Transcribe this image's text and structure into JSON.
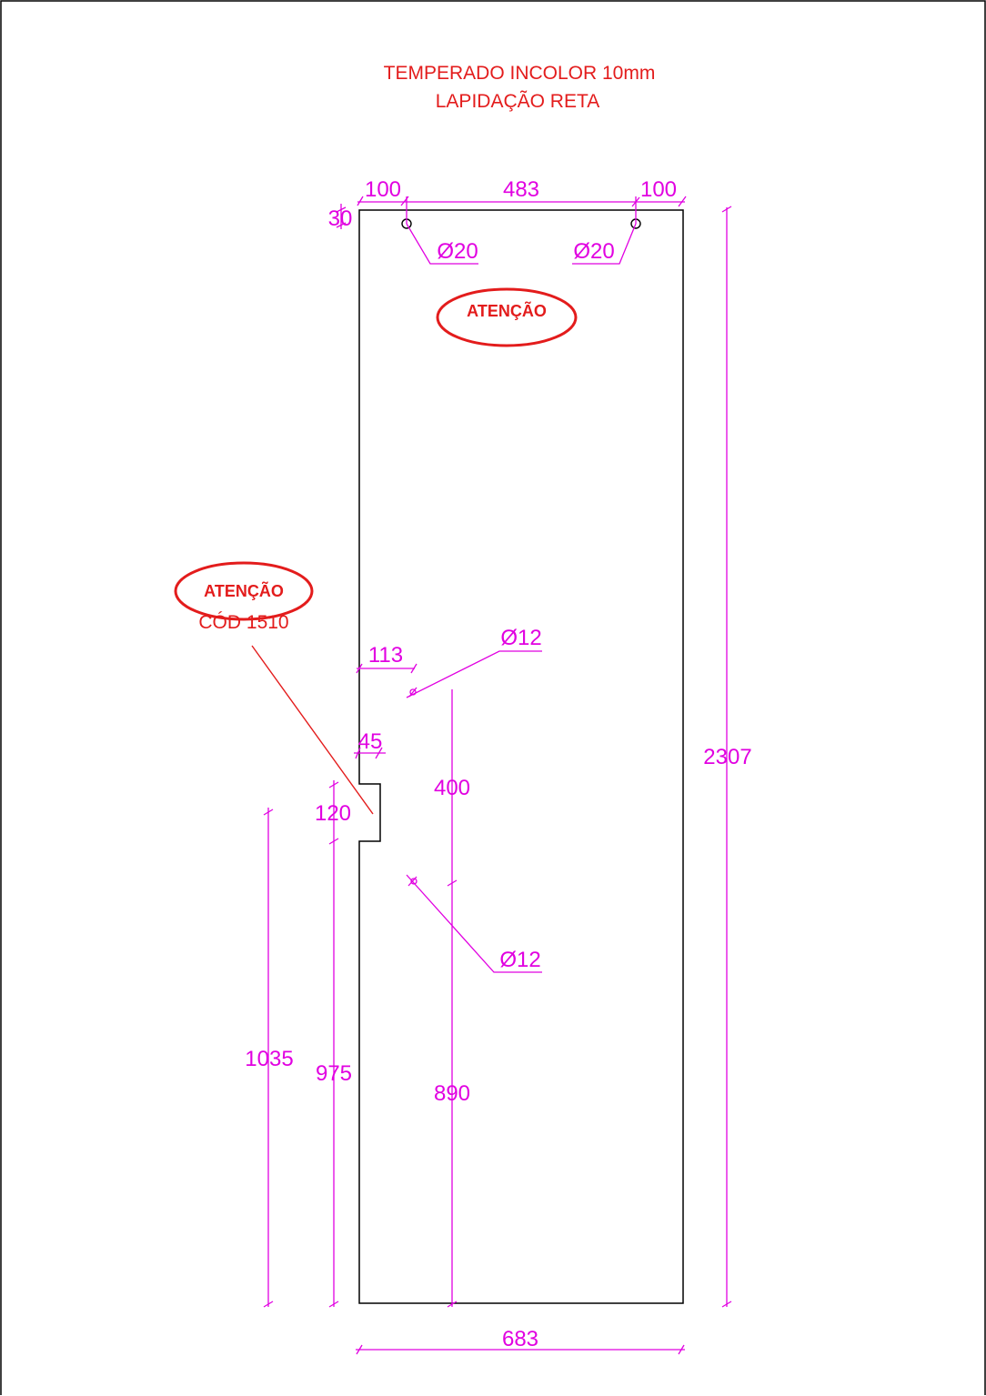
{
  "title": {
    "line1": "TEMPERADO INCOLOR 10mm",
    "line2": "LAPIDAÇÃO RETA"
  },
  "notes": {
    "attention_top": "ATENÇÃO",
    "attention_left": "ATENÇÃO",
    "code": "CÓD 1510"
  },
  "dimensions": {
    "top_left_offset": "100",
    "top_center": "483",
    "top_right_offset": "100",
    "hole_top_offset": "30",
    "hole_top_left_diameter": "Ø20",
    "hole_top_right_diameter": "Ø20",
    "hole_mid_upper_diameter": "Ø12",
    "hole_mid_offset_x": "113",
    "notch_depth": "45",
    "notch_height": "120",
    "hole_spacing": "400",
    "hole_mid_lower_diameter": "Ø12",
    "left_outer_height": "1035",
    "left_inner_height": "975",
    "hole_height": "890",
    "total_height": "2307",
    "total_width": "683"
  },
  "colors": {
    "dimension": "#e100e1",
    "note": "#e31c1c",
    "outline": "#000000"
  }
}
